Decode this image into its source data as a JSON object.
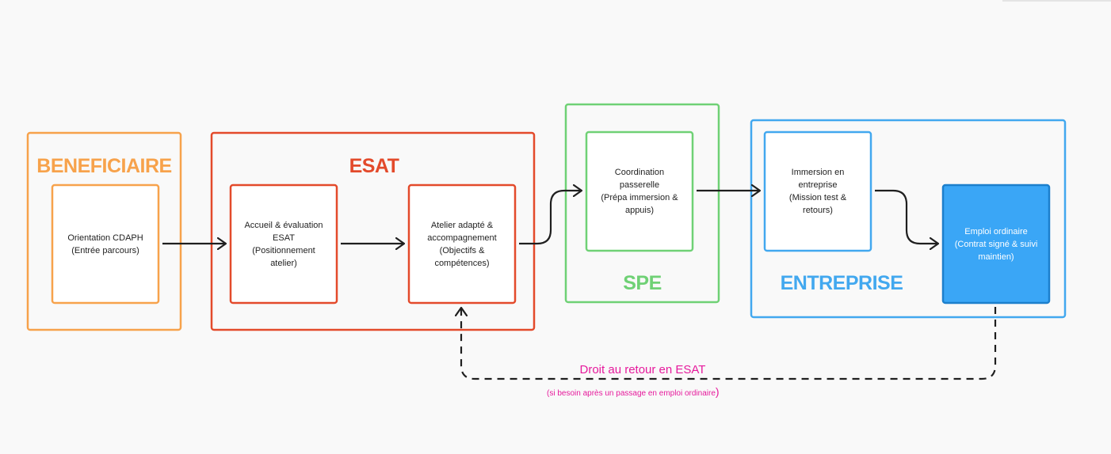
{
  "groups": {
    "beneficiaire": {
      "label": "BENEFICIAIRE",
      "color": "#f7a24b"
    },
    "esat": {
      "label": "ESAT",
      "color": "#e34a2b"
    },
    "spe": {
      "label": "SPE",
      "color": "#6fd175"
    },
    "entreprise": {
      "label": "ENTREPRISE",
      "color": "#42a8ef"
    }
  },
  "steps": {
    "orientation": {
      "line1": "Orientation CDAPH",
      "line2": "(Entrée parcours)"
    },
    "accueil": {
      "line1": "Accueil & évaluation",
      "line2": "ESAT",
      "line3": "(Positionnement",
      "line4": "atelier)"
    },
    "atelier": {
      "line1": "Atelier adapté &",
      "line2": "accompagnement",
      "line3": "(Objectifs &",
      "line4": "compétences)"
    },
    "coordination": {
      "line1": "Coordination",
      "line2": "passerelle",
      "line3": "(Prépa immersion &",
      "line4": "appuis)"
    },
    "immersion": {
      "line1": "Immersion en",
      "line2": "entreprise",
      "line3": "(Mission test &",
      "line4": "retours)"
    },
    "emploi": {
      "line1": "Emploi ordinaire",
      "line2": "(Contrat signé & suivi",
      "line3": "maintien)",
      "fill": "#3aa6f6",
      "text_color": "#ffffff"
    }
  },
  "feedback": {
    "title": "Droit au retour en ESAT",
    "note": "(si besoin après un passage en emploi ordinaire",
    "note_close": ")",
    "color": "#e61a9c"
  },
  "arrow_color": "#1f1f1f"
}
